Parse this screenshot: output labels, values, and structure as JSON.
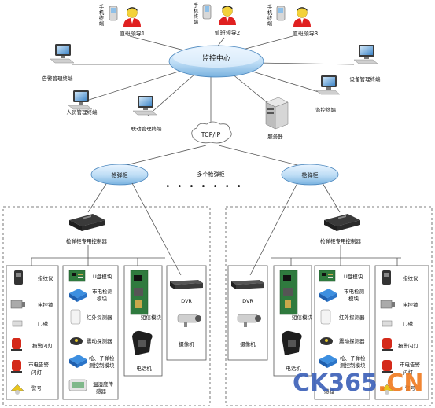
{
  "leaders": [
    {
      "phone_label": [
        "手",
        "机",
        "终",
        "端"
      ],
      "name": "值班领导1"
    },
    {
      "phone_label": [
        "手",
        "机",
        "终",
        "端"
      ],
      "name": "值班领导2"
    },
    {
      "phone_label": [
        "手",
        "机",
        "终",
        "端"
      ],
      "name": "值班领导3"
    }
  ],
  "center": {
    "label": "监控中心"
  },
  "terminals": {
    "alarm": "告警管理终端",
    "personnel": "人员管理终端",
    "linkage": "联动管理终端",
    "equipment": "设备管理终端",
    "monitor": "监控终端",
    "server": "服务器"
  },
  "network": {
    "label": "TCP/IP",
    "multi_cabinet": "多个枪弹柜"
  },
  "cabinet": {
    "hub_label": "枪弹柜",
    "controller_label": "枪弹柜专用控制器"
  },
  "left_group": {
    "col1": [
      "指纹仪",
      "电控锁",
      "门磁",
      "报警闪灯",
      "市电告警",
      "闪灯",
      "警号"
    ],
    "col2": [
      "U盘模块",
      "市电检测",
      "模块",
      "红外探测器",
      "震动探测器",
      "枪、子弹检",
      "测控制模块",
      "温湿度传",
      "感器"
    ],
    "col3": [
      "短信模块",
      "电话机"
    ],
    "col4": [
      "DVR",
      "摄像机"
    ]
  },
  "right_group": {
    "col1": [
      "DVR",
      "摄像机"
    ],
    "col2": [
      "短信模块",
      "电话机"
    ],
    "col3": [
      "U盘模块",
      "市电检测",
      "模块",
      "红外探测器",
      "震动探测器",
      "枪、子弹检",
      "测控制模块",
      "感器"
    ],
    "col4": [
      "指纹仪",
      "电控锁",
      "门磁",
      "报警闪灯",
      "市电告警",
      "闪灯",
      "警号"
    ]
  },
  "watermark": {
    "text_a": "CK365",
    "text_b": ".CN"
  },
  "colors": {
    "accent": "#6bb0e0",
    "watermark_blue": "#3a5fb8",
    "watermark_orange": "#f07a1e",
    "lines": "#555555"
  }
}
